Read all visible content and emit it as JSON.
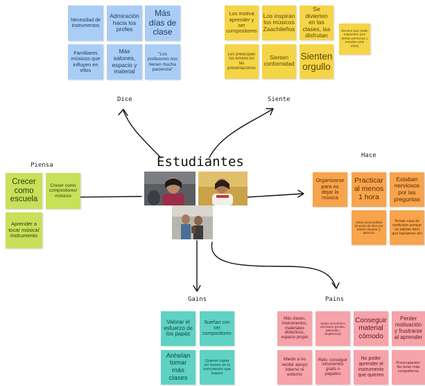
{
  "center": {
    "title": "Estudiantes"
  },
  "sections": {
    "dice": "Dice",
    "siente": "Siente",
    "piensa": "Piensa",
    "hace": "Hace",
    "gains": "Gains",
    "pains": "Pains"
  },
  "colors": {
    "blue": "#a9cdf5",
    "yellow": "#f5d547",
    "green": "#c9e05a",
    "orange": "#f7a44c",
    "teal": "#5fd2c4",
    "pink": "#f6a3aa"
  },
  "notes": {
    "dice": [
      "Necesidad de instrumentos",
      "Admiración hacia los profes",
      "Más días de clase",
      "Familiares músicos que influyen en ellos",
      "Más salones, espacio y material",
      "\"Los profesores nos tienen mucha paciencia\""
    ],
    "siente": [
      "Los motiva aprender y ser compositores",
      "Los inspiran los músicos Zaachileños",
      "Se divierten en las clases, las disfrutan",
      "Sienten que están expuestos (por tantas personas y miradas ante ellos)",
      "Les preocupan los errores en las presentaciones",
      "Sienten conformidad",
      "Sienten orgullo"
    ],
    "piensa": [
      "Crecer como escuela",
      "Crecer como compositores/ músicos",
      "Aprender a tocar música/ instrumento"
    ],
    "hace": [
      "Organizarse para no dejar la música",
      "Practicar al menos 1 hora",
      "Estaban nerviosos por las preguntas",
      "Había incomodidad de parte de ellos por tantas cámaras y atención",
      "Tenían cara de confusión porque no sabían bien qué hacíamos ahí"
    ],
    "gains": [
      "Valorar el esfuerzo de los papás",
      "Sueñan con ser compositores",
      "Anhelan tomar más clases",
      "Quieren lograr ser bueno en el instrumento que toquen"
    ],
    "pains": [
      "Más clases, instrumentos, materiales didácticos, espacio propio",
      "Apoyo económico necesario (profes, patronato, arquitectos)",
      "Conseguir material cómodo",
      "Perder motivación y frustrarse al aprender",
      "Miedo a no recibir apoyo interno ni externo",
      "Reto: conseguir intrumentos gratis o pagados",
      "No poder aprender el instrumento que quieren",
      "Preocupación: No tener más compañeros"
    ]
  }
}
